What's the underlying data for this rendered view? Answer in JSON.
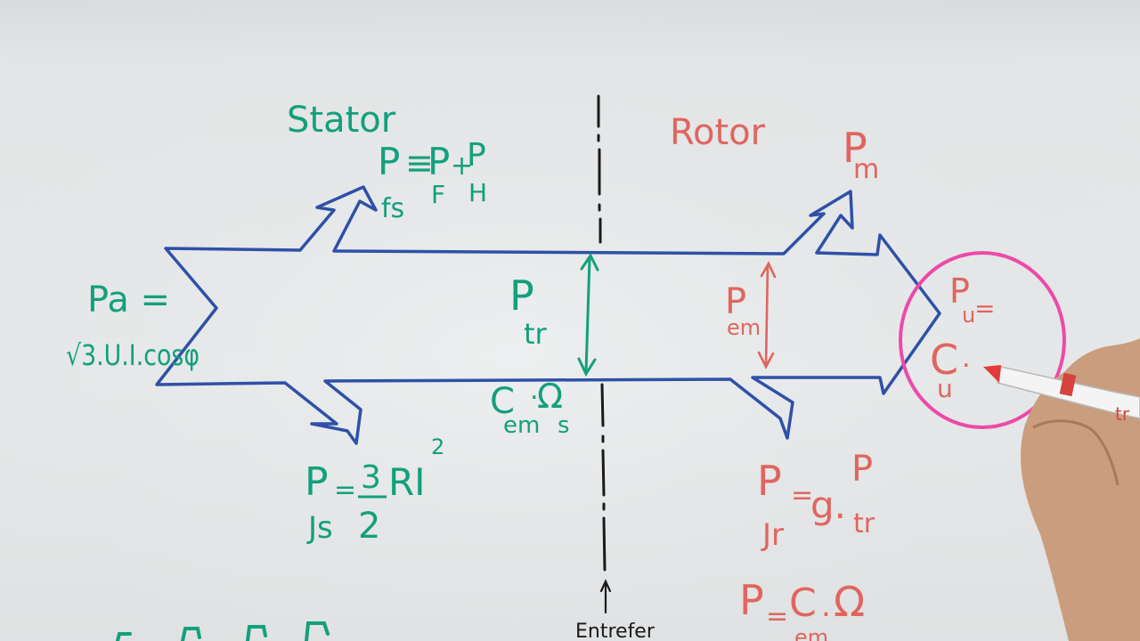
{
  "stator": {
    "title": "Stator",
    "pfs": {
      "p": "P",
      "sub": "fs",
      "eq": "≡",
      "pf": "P",
      "pf_sub": "F",
      "plus": "+",
      "ph": "P",
      "ph_sub": "H"
    },
    "pa": {
      "line1": "Pa =",
      "line2": "√3.U.I.cosφ"
    },
    "pjs": {
      "p": "P",
      "sub": "Js",
      "eq": "=",
      "num": "3",
      "den": "2",
      "rest": "RI",
      "exp": "2"
    },
    "ptr": {
      "p": "P",
      "sub": "tr"
    },
    "cem": {
      "c": "C",
      "c_sub": "em",
      "dot": ".",
      "omega": "Ω",
      "omega_sub": "s"
    }
  },
  "rotor": {
    "title": "Rotor",
    "pm": {
      "p": "P",
      "sub": "m"
    },
    "pem": {
      "p": "P",
      "sub": "em"
    },
    "pu": {
      "line1": "P",
      "line1_sub": "u",
      "line1_eq": "=",
      "c": "C",
      "c_sub": "u",
      "dot": "."
    },
    "pjr": {
      "p": "P",
      "sub": "Jr",
      "eq": "=",
      "g": "g.",
      "ptr": "P",
      "ptr_sub": "tr"
    },
    "pcem": {
      "p": "P",
      "eq": "=",
      "c": "C",
      "dot": ".",
      "omega": "Ω",
      "c_sub": "em"
    }
  },
  "airgap": {
    "label": "Entrefer"
  },
  "marker_text": "tr",
  "colors": {
    "arrow": "#2f50a8",
    "green": "#13a07c",
    "red": "#e0655f",
    "circle": "#ec4aa8",
    "dashline": "#1a1a1a"
  }
}
